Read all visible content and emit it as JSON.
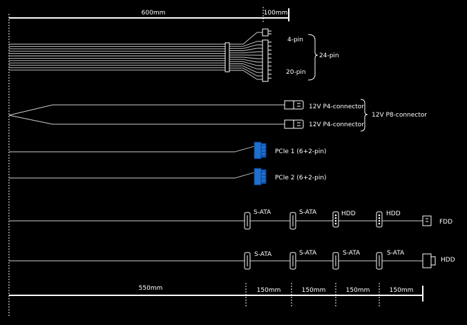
{
  "dimensions": {
    "top": {
      "left_length": "600mm",
      "right_length": "100mm"
    },
    "bottom": {
      "first_length": "550mm",
      "segments": [
        "150mm",
        "150mm",
        "150mm",
        "150mm"
      ]
    }
  },
  "atx_cable": {
    "upper_label": "4-pin",
    "lower_label": "20-pin",
    "bracket_label": "24-pin"
  },
  "p8_cable": {
    "connector_labels": [
      "12V P4-connector",
      "12V P4-connector"
    ],
    "bracket_label": "12V P8-connector"
  },
  "pcie_cables": [
    "PCIe 1 (6+2-pin)",
    "PCIe 2 (6+2-pin)"
  ],
  "pcie_connector_color": "#1f6fd1",
  "peripheral_cable_1": {
    "labels": [
      "S-ATA",
      "S-ATA",
      "HDD",
      "HDD"
    ],
    "end_label": "FDD"
  },
  "peripheral_cable_2": {
    "labels": [
      "S-ATA",
      "S-ATA",
      "S-ATA",
      "S-ATA"
    ],
    "end_label": "HDD"
  }
}
